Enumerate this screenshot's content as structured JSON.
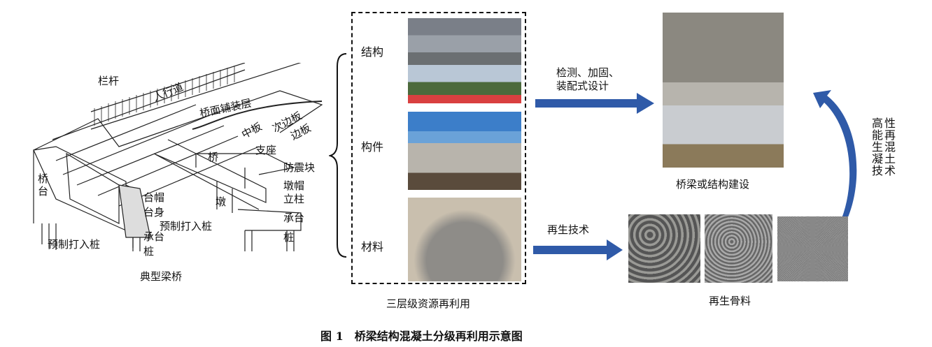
{
  "bridge": {
    "caption": "典型梁桥",
    "labels": {
      "railing": "栏杆",
      "sidewalk": "人行道",
      "deck_pavement": "桥面铺装层",
      "mid_slab": "中板",
      "sub_edge_slab": "次边板",
      "edge_slab": "边板",
      "bearing": "支座",
      "bridge": "桥",
      "seismic_block": "防震块",
      "pier_cap": "墩帽",
      "column": "立柱",
      "pier": "墩",
      "pile_cap_right": "承台",
      "pile_right": "桩",
      "abutment": "桥台",
      "abutment_cap": "台帽",
      "abutment_body": "台身",
      "precast_pile_mid": "预制打入桩",
      "precast_pile_left": "预制打入桩",
      "pile_cap_left": "承台",
      "pile_left": "桩"
    }
  },
  "resource": {
    "caption": "三层级资源再利用",
    "levels": [
      "结构",
      "构件",
      "材料"
    ]
  },
  "arrows": {
    "top": "检测、加固、\n装配式设计",
    "bottom": "再生技术",
    "curve": [
      "高",
      "性",
      "能",
      "再",
      "生",
      "混",
      "凝",
      "土",
      "技",
      "术"
    ]
  },
  "construction": {
    "caption": "桥梁或结构建设"
  },
  "aggregate": {
    "caption": "再生骨料"
  },
  "figure": {
    "caption": "图 1　桥梁结构混凝土分级再利用示意图"
  },
  "colors": {
    "arrow": "#2f5aa8"
  }
}
